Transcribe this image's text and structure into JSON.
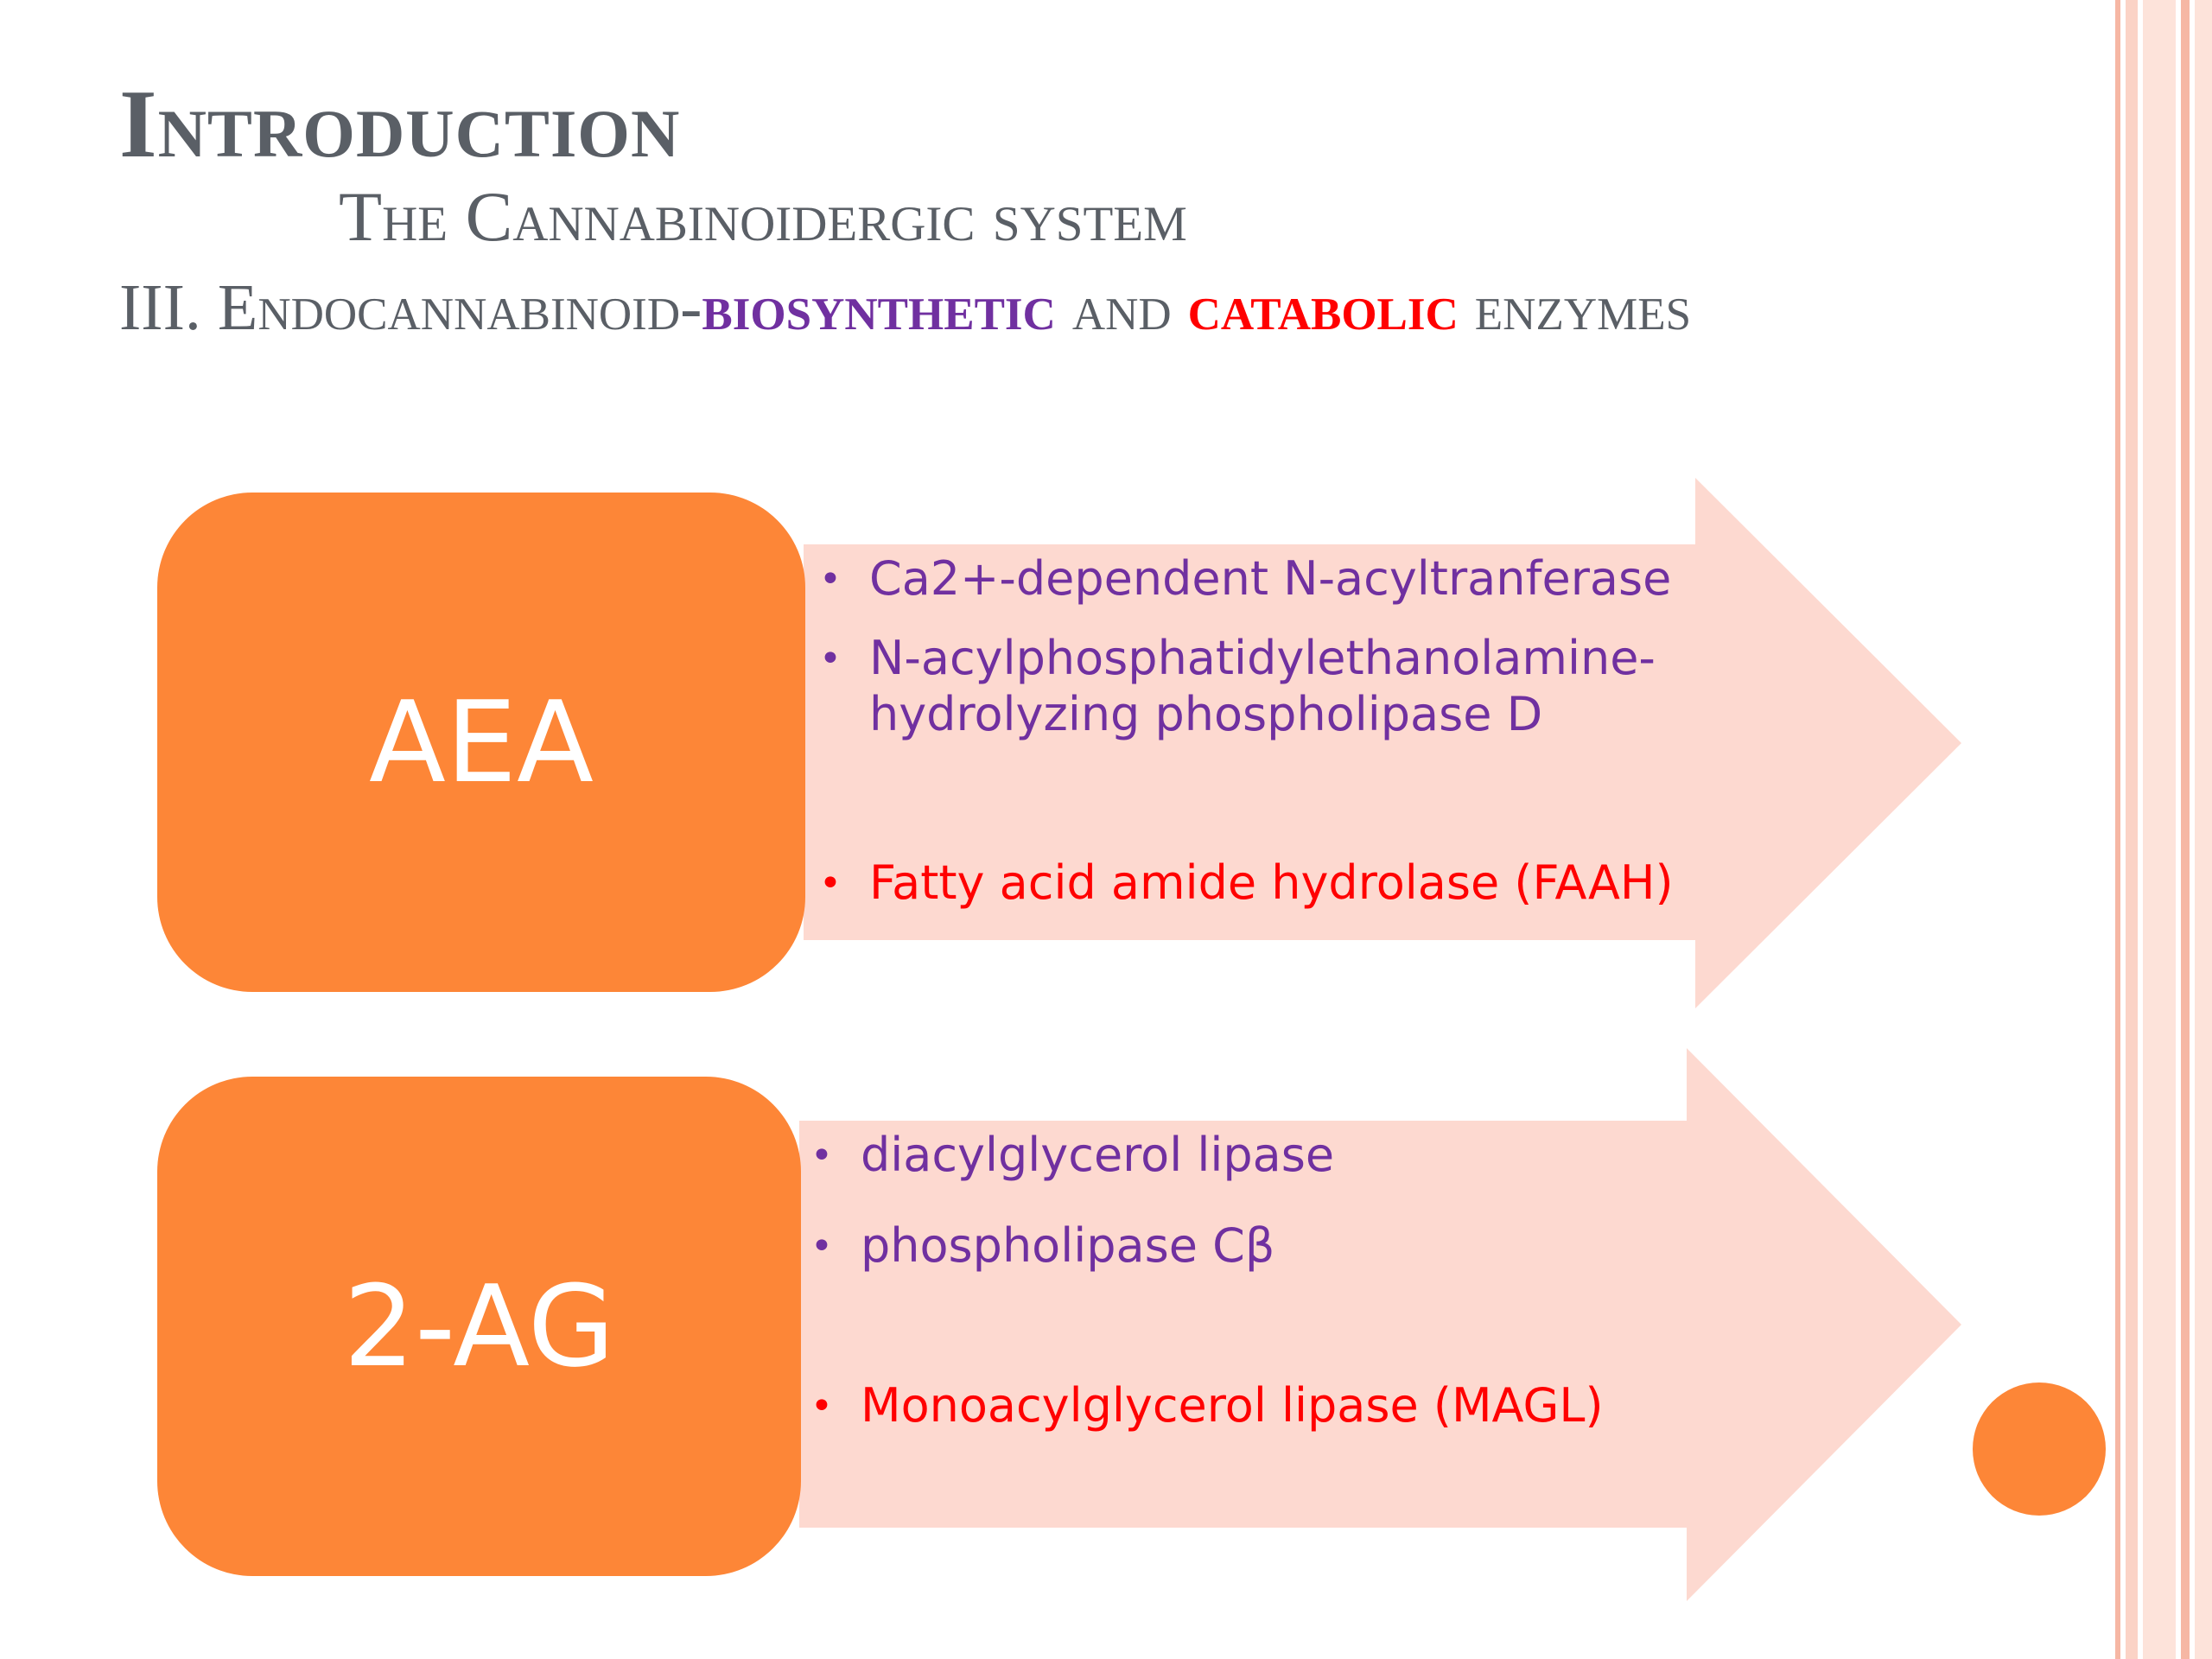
{
  "header": {
    "title": "Introduction",
    "subtitle": "The Cannabinoidergic system",
    "section_prefix": "III. Endocannabinoid-",
    "section_biosynthetic": "biosynthetic",
    "section_and": " and ",
    "section_catabolic": "catabolic",
    "section_suffix": " enzymes"
  },
  "colors": {
    "orange": "#fd8637",
    "arrow": "#fdd9d0",
    "purple": "#7030a0",
    "red": "#ff0000",
    "heading_gray": "#5a5f66"
  },
  "blocks": [
    {
      "label": "AEA",
      "items": [
        {
          "text": "Ca2+-dependent N-acyltranferase",
          "kind": "biosynthetic"
        },
        {
          "text": "N-acylphosphatidylethanolamine-",
          "text2": "hydrolyzing phospholipase D",
          "kind": "biosynthetic"
        },
        {
          "text": "Fatty acid amide hydrolase (FAAH)",
          "kind": "catabolic"
        }
      ]
    },
    {
      "label": "2-AG",
      "items": [
        {
          "text": "diacylglycerol lipase",
          "kind": "biosynthetic"
        },
        {
          "text": "phospholipase Cβ",
          "kind": "biosynthetic"
        },
        {
          "text": "Monoacylglycerol lipase (MAGL)",
          "kind": "catabolic"
        }
      ]
    }
  ]
}
